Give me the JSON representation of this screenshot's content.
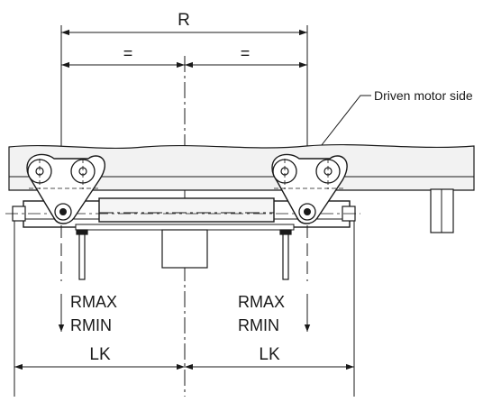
{
  "dims": {
    "r": "R",
    "half_left": "=",
    "half_right": "=",
    "lk_left": "LK",
    "lk_right": "LK"
  },
  "callout": "Driven motor side",
  "range_left": {
    "max": "RMAX",
    "min": "RMIN"
  },
  "range_right": {
    "max": "RMAX",
    "min": "RMIN"
  }
}
